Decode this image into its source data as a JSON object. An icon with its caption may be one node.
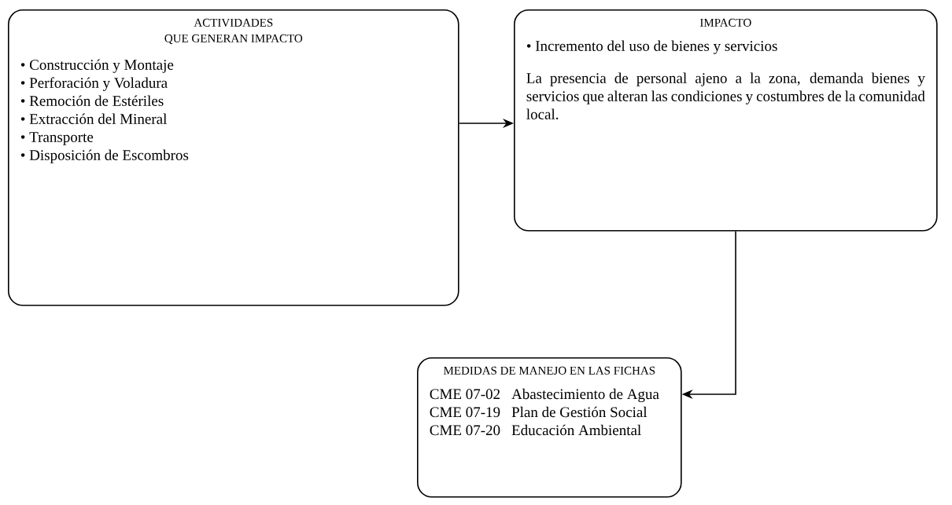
{
  "diagram": {
    "nodes": [
      {
        "text": [
          "ACTIVIDADES",
          "QUE GENERAN  IMPACTO",
          "• Construcción y Montaje",
          "• Perforación y Voladura",
          "• Remoción de Estériles",
          "• Extracción del Mineral",
          "• Transporte",
          "• Disposición de Escombros"
        ]
      },
      {
        "text": [
          "IMPACTO",
          "• Incremento del uso de bienes y servicios",
          "La presencia de personal ajeno a la zona, demanda bienes y servicios que alteran las condiciones y costumbres de la comunidad local."
        ]
      },
      {
        "text": [
          "MEDIDAS DE MANEJO EN LAS FICHAS",
          "CME 07-02",
          "Abastecimiento de Agua",
          "CME 07-19",
          "Plan de Gestión Social",
          "CME 07-20",
          "Educación Ambiental"
        ]
      }
    ],
    "edges": [
      {
        "from": 0,
        "to": 1,
        "arrow": "to"
      },
      {
        "from": 1,
        "to": 2,
        "arrow": "to"
      }
    ]
  }
}
